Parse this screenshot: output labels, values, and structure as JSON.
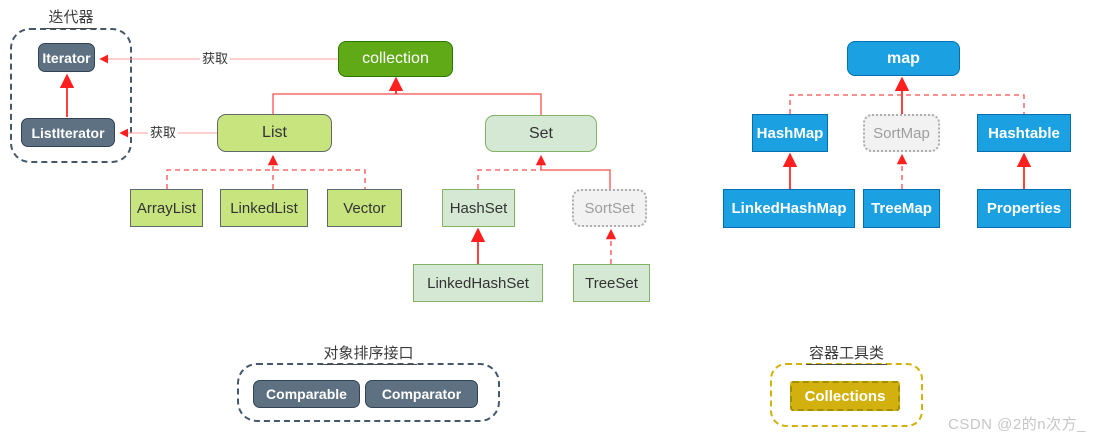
{
  "canvas": {
    "background": "#ffffff"
  },
  "watermark": "CSDN @2的n次方_",
  "edge_labels": {
    "collection_to_iterator": "获取",
    "list_to_listiterator": "获取"
  },
  "groups": {
    "iterator": {
      "title": "迭代器"
    },
    "sorting": {
      "title": "对象排序接口"
    },
    "utility": {
      "title": "容器工具类"
    }
  },
  "nodes": {
    "iterator": "Iterator",
    "listiterator": "ListIterator",
    "collection": "collection",
    "list": "List",
    "set": "Set",
    "arraylist": "ArrayList",
    "linkedlist": "LinkedList",
    "vector": "Vector",
    "hashset": "HashSet",
    "sortset": "SortSet",
    "linkedhashset": "LinkedHashSet",
    "treeset": "TreeSet",
    "map": "map",
    "hashmap": "HashMap",
    "sortmap": "SortMap",
    "hashtable": "Hashtable",
    "linkedhashmap": "LinkedHashMap",
    "treemap": "TreeMap",
    "properties": "Properties",
    "comparable": "Comparable",
    "comparator": "Comparator",
    "collections": "Collections"
  },
  "colors": {
    "collection_green": "#60A917",
    "lime_fill": "#C8E47F",
    "pale_green_fill": "#D5E8D4",
    "pale_green_border": "#82B366",
    "blue_fill": "#1BA1E2",
    "blue_border": "#006EAF",
    "slate_fill": "#5D7183",
    "disabled_gray_fill": "#F2F2F2",
    "gold_fill": "#D2B10E",
    "gold_border": "#D4B106",
    "connector_red": "#FF3333"
  }
}
